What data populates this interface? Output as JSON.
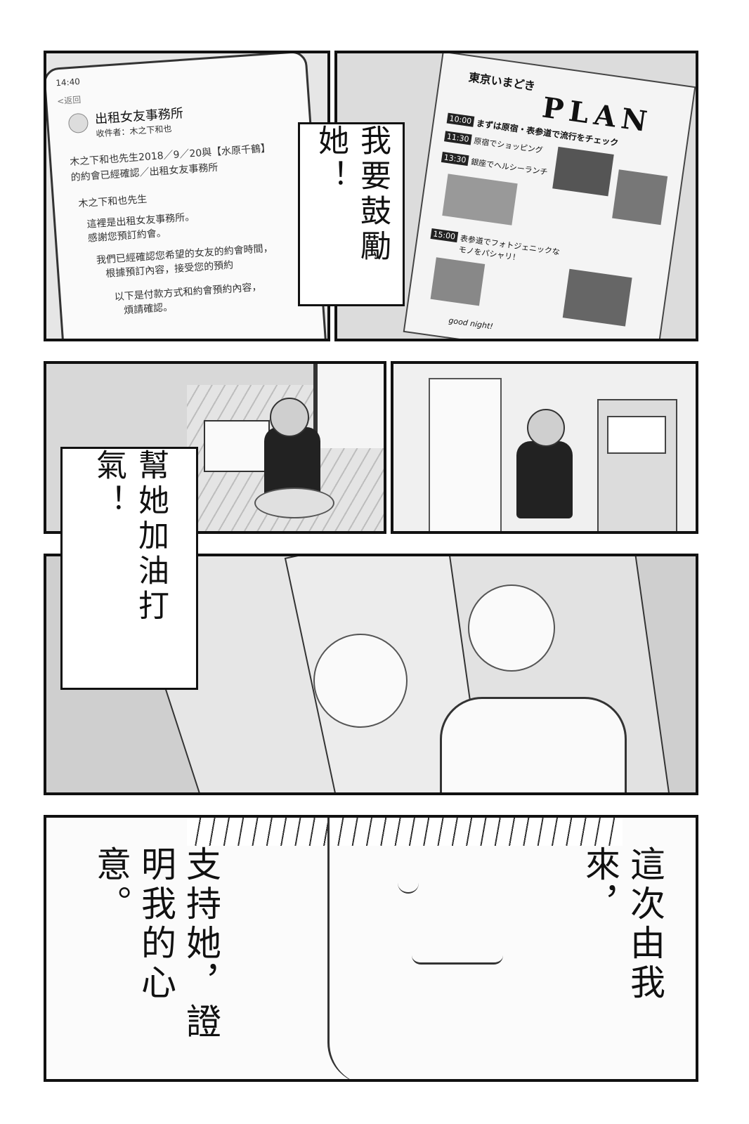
{
  "panel1": {
    "phone": {
      "time": "14:40",
      "back": "<返回",
      "sender": "出租女友事務所",
      "recipient": "收件者：木之下和也",
      "lines": [
        "木之下和也先生2018／9／20與【水原千鶴】",
        "的約會已經確認／出租女友事務所",
        "木之下和也先生",
        "這裡是出租女友事務所。",
        "感謝您預訂約會。",
        "我們已經確認您希望的女友的約會時間，",
        "根據預訂內容，接受您的預約",
        "以下是付款方式和約會預約內容，",
        "煩請確認。"
      ]
    }
  },
  "panel2": {
    "caption": "我要鼓勵她！",
    "magazine": {
      "title": "PLAN",
      "heading": "東京いまどき",
      "items": [
        "まずは原宿・表参道で流行をチェック",
        "原宿でショッピング",
        "銀座でヘルシーランチ",
        "表参道でフォトジェニックなモノをパシャリ！",
        "good night!"
      ],
      "times": [
        "10:00",
        "11:30",
        "13:30",
        "15:00"
      ]
    }
  },
  "panel5": {
    "caption": "幫她加油打氣！"
  },
  "panel6": {
    "left_text": "支持她，證明我的心意。",
    "right_text": "這次由我來，"
  }
}
